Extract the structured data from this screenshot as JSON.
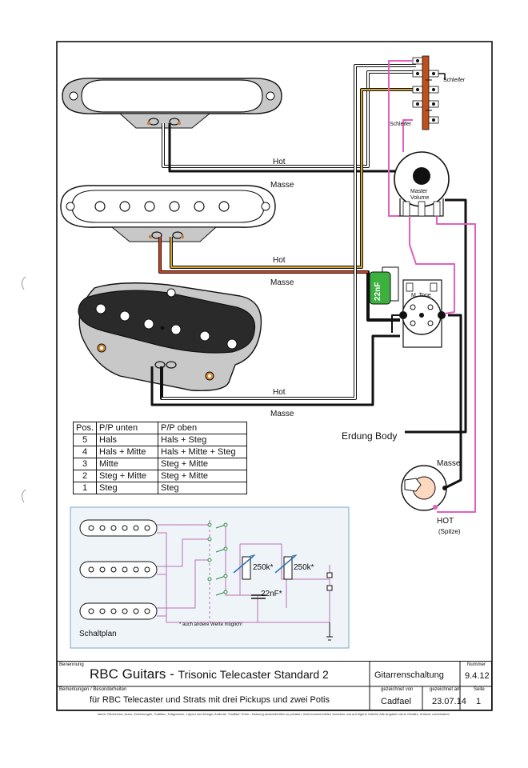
{
  "labels": {
    "schleifer_top": "Schleifer",
    "schleifer_bottom": "Schleifer",
    "hot_1": "Hot",
    "masse_1": "Masse",
    "hot_2": "Hot",
    "masse_2": "Masse",
    "hot_3": "Hot",
    "masse_3": "Masse",
    "master_volume": "Master\nVolume",
    "master_volume_l1": "Master",
    "master_volume_l2": "Volume",
    "m_tone": "M. Tone",
    "cap_22nf": "22nF",
    "erdung_body": "Erdung Body",
    "masse_jack": "Masse",
    "hot_jack": "HOT",
    "spitze": "(Spitze)"
  },
  "table": {
    "headers": [
      "Pos.",
      "P/P unten",
      "P/P oben"
    ],
    "rows": [
      [
        "5",
        "Hals",
        "Hals + Steg"
      ],
      [
        "4",
        "Hals + Mitte",
        "Hals + Mitte + Steg"
      ],
      [
        "3",
        "Mitte",
        "Steg + Mitte"
      ],
      [
        "2",
        "Steg + Mitte",
        "Steg + Mitte"
      ],
      [
        "1",
        "Steg",
        "Steg"
      ]
    ]
  },
  "schematic": {
    "pot1": "250k*",
    "pot2": "250k*",
    "cap": "22nF*",
    "note": "* auch andere Werte möglich!",
    "title": "Schaltplan"
  },
  "title_block": {
    "benennung_label": "Benennung",
    "brand": "RBC Guitars",
    "dash": " - ",
    "subtitle": "Trisonic Telecaster Standard 2",
    "category": "Gitarrenschaltung",
    "nummer_label": "Nummer",
    "nummer": "9.4.12",
    "bemerkungen_label": "Bemerkungen / Besonderheiten",
    "description": "für RBC Telecaster und Strats mit drei Pickups und zwei Potis",
    "gezeichnet_von_label": "gezeichnet von",
    "gezeichnet_von": "Cadfael",
    "gezeichnet_am_label": "gezeichnet am",
    "gezeichnet_am": "23.07.14",
    "seite_label": "Seite",
    "seite": "1"
  },
  "footer_note": "Ideen, Recherche, Autor, Zeichnungen, Grafiken, Diagramme, Layout und Design: Andreas \"Cadfael\" Kühn  •  Nutzung ausschließlich zu privaten, nicht kommerziellen Zwecken und auf eigene Gefahr! Alle Angaben ohne Gewähr, Irrtümer vorbehalten!",
  "colors": {
    "white_wire": "#ffffff",
    "black_wire": "#111111",
    "pink_wire": "#e060c0",
    "yellow_wire": "#d4a830",
    "red_wire": "#e04020",
    "green_cap": "#3db040",
    "schematic_bg": "#eef4f8",
    "schematic_border": "#7aa8c8",
    "pot_blue": "#2a74b8"
  }
}
